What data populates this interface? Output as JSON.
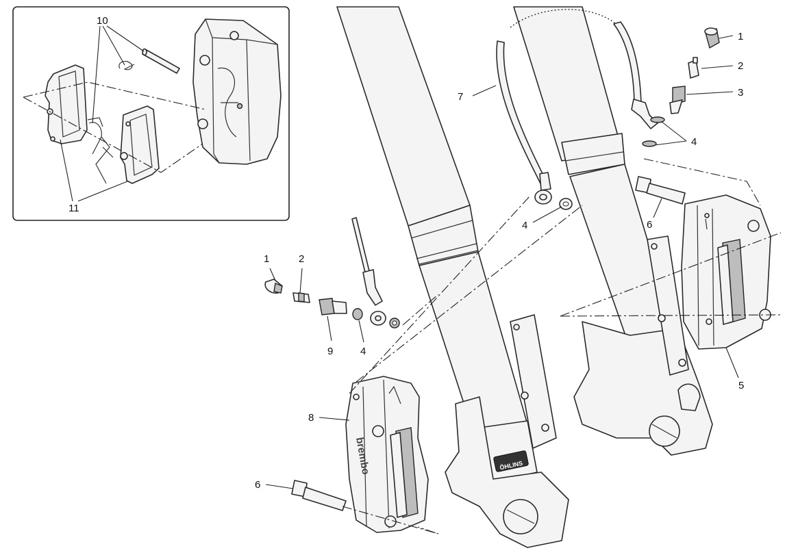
{
  "diagram": {
    "labels": {
      "l1a": "1",
      "l2a": "2",
      "l3a": "3",
      "l4a": "4",
      "l7": "7",
      "l4b": "4",
      "l6a": "6",
      "l5": "5",
      "l1b": "1",
      "l2b": "2",
      "l9": "9",
      "l4c": "4",
      "l8": "8",
      "l6b": "6",
      "l10": "10",
      "l11": "11"
    },
    "branding": {
      "caliper_brand": "brembo",
      "fork_brand": "ÖHLINS"
    }
  }
}
